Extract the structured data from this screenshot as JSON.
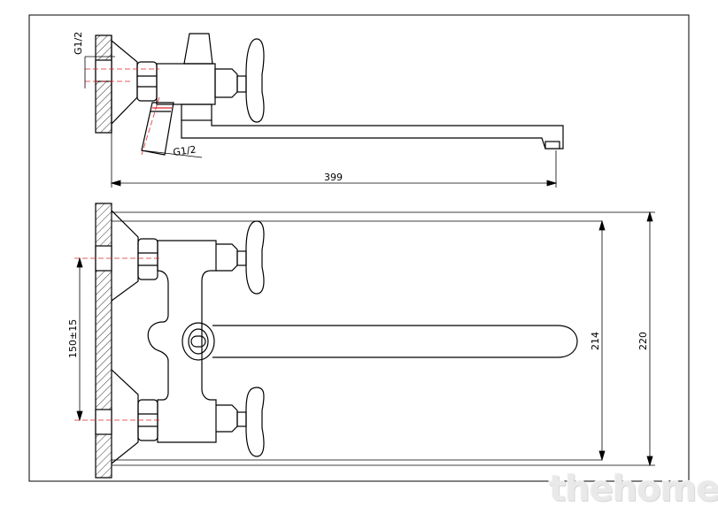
{
  "labels": {
    "thread_top": "G1/2",
    "thread_bottom": "G1/2",
    "length": "399",
    "spacing": "150±15",
    "height_inner": "214",
    "height_outer": "220"
  },
  "watermark": "thehome",
  "colors": {
    "line": "#000000",
    "centerline": "#e0262b",
    "hatch": "#000000",
    "watermark": "#e9e9e9"
  }
}
